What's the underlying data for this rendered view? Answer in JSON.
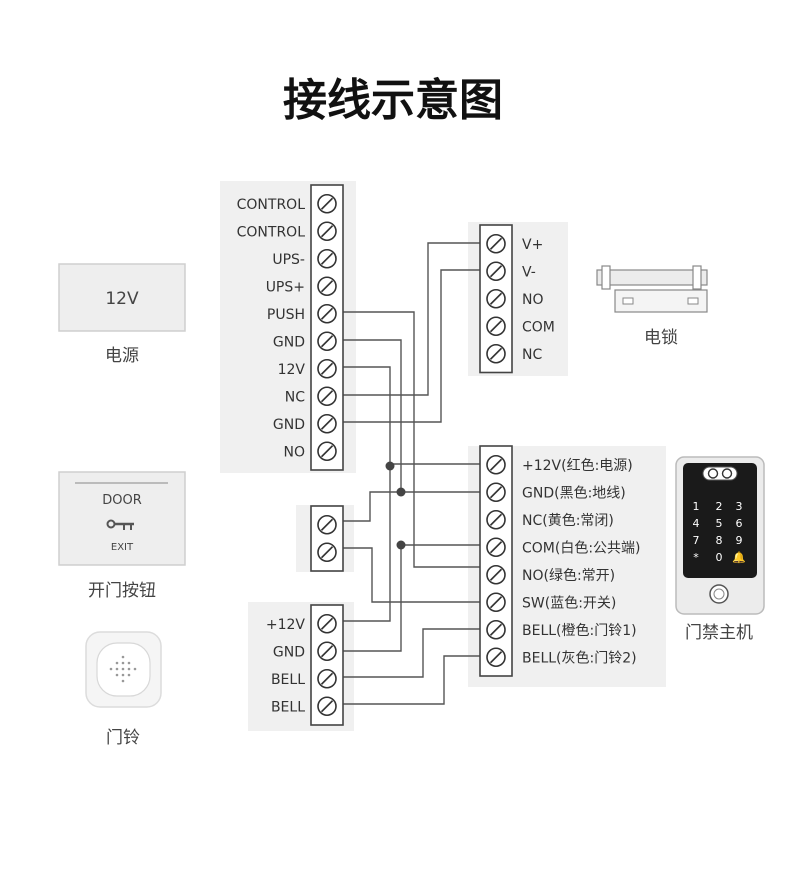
{
  "title": "接线示意图",
  "power_box": {
    "value": "12V",
    "caption": "电源"
  },
  "exit_button": {
    "door": "DOOR",
    "exit": "EXIT",
    "caption": "开门按钮"
  },
  "doorbell": {
    "caption": "门铃"
  },
  "lock": {
    "caption": "电锁"
  },
  "controller": {
    "caption": "门禁主机",
    "keypad": [
      "1",
      "2",
      "3",
      "4",
      "5",
      "6",
      "7",
      "8",
      "9",
      "*",
      "0",
      "🔔"
    ]
  },
  "power_terminals": [
    "CONTROL",
    "CONTROL",
    "UPS-",
    "UPS+",
    "PUSH",
    "GND",
    "12V",
    "NC",
    "GND",
    "NO"
  ],
  "lock_terminals": [
    "V+",
    "V-",
    "NO",
    "COM",
    "NC"
  ],
  "main_terminals": [
    "+12V(红色:电源)",
    "GND(黑色:地线)",
    "NC(黄色:常闭)",
    "COM(白色:公共端)",
    "NO(绿色:常开)",
    "SW(蓝色:开关)",
    "BELL(橙色:门铃1)",
    "BELL(灰色:门铃2)"
  ],
  "bell_terminals": [
    "+12V",
    "GND",
    "BELL",
    "BELL"
  ],
  "colors": {
    "panel": "#f0f0f0",
    "wire": "#555555",
    "frame": "#444444"
  },
  "icons": [
    "screw-terminal-icon",
    "key-icon",
    "speaker-icon",
    "camera-icon",
    "fingerprint-icon",
    "magnetic-lock-icon"
  ]
}
